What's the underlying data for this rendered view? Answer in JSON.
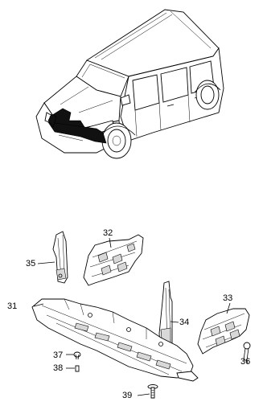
{
  "callouts": [
    {
      "id": "c31",
      "text": "31"
    },
    {
      "id": "c32",
      "text": "32"
    },
    {
      "id": "c33",
      "text": "33"
    },
    {
      "id": "c34",
      "text": "34"
    },
    {
      "id": "c35",
      "text": "35"
    },
    {
      "id": "c36",
      "text": "36"
    },
    {
      "id": "c37",
      "text": "37"
    },
    {
      "id": "c38",
      "text": "38"
    },
    {
      "id": "c39",
      "text": "39"
    }
  ]
}
